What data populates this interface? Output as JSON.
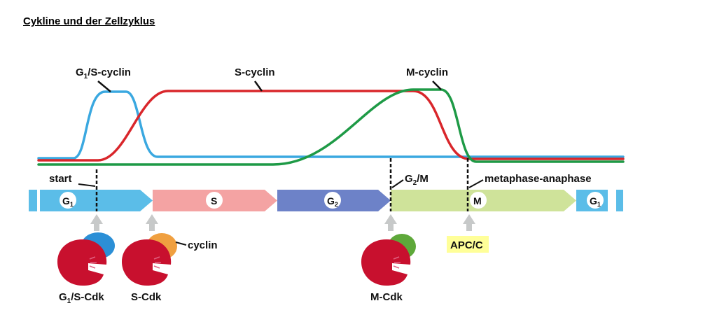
{
  "page": {
    "title": "Cykline und der Zellzyklus"
  },
  "curves": {
    "g1s": {
      "name": "G1/S-cyclin",
      "base": "G",
      "sub": "1",
      "rest": "/S-cyclin",
      "color": "#3aa8e0"
    },
    "s": {
      "name": "S-cyclin",
      "color": "#d9262b"
    },
    "m": {
      "name": "M-cyclin",
      "color": "#1e9a46"
    }
  },
  "phases": [
    {
      "id": "g1-start",
      "base": "G",
      "sub": "1",
      "color": "#5bbde8"
    },
    {
      "id": "s",
      "base": "S",
      "sub": "",
      "color": "#f4a3a3"
    },
    {
      "id": "g2",
      "base": "G",
      "sub": "2",
      "color": "#6d82c8"
    },
    {
      "id": "m",
      "base": "M",
      "sub": "",
      "color": "#cfe39a"
    },
    {
      "id": "g1-end",
      "base": "G",
      "sub": "1",
      "color": "#5bbde8"
    }
  ],
  "checkpoints": {
    "start": {
      "label": "start"
    },
    "g2m": {
      "base": "G",
      "sub": "2",
      "rest": "/M"
    },
    "meta": {
      "label": "metaphase-anaphase"
    }
  },
  "complexes": {
    "g1s": {
      "base": "G",
      "sub": "1",
      "rest": "/S-Cdk",
      "cyclin_color": "#2b8fd6"
    },
    "s": {
      "label": "S-Cdk",
      "cyclin_color": "#f0a040",
      "cyclin_label": "cyclin"
    },
    "m": {
      "label": "M-Cdk",
      "cyclin_color": "#5ea83a"
    },
    "apc": {
      "label": "APC/C",
      "color": "#ffff99"
    }
  },
  "colors": {
    "cdk": "#c8102e",
    "arrow_up": "#c7c9c9"
  }
}
